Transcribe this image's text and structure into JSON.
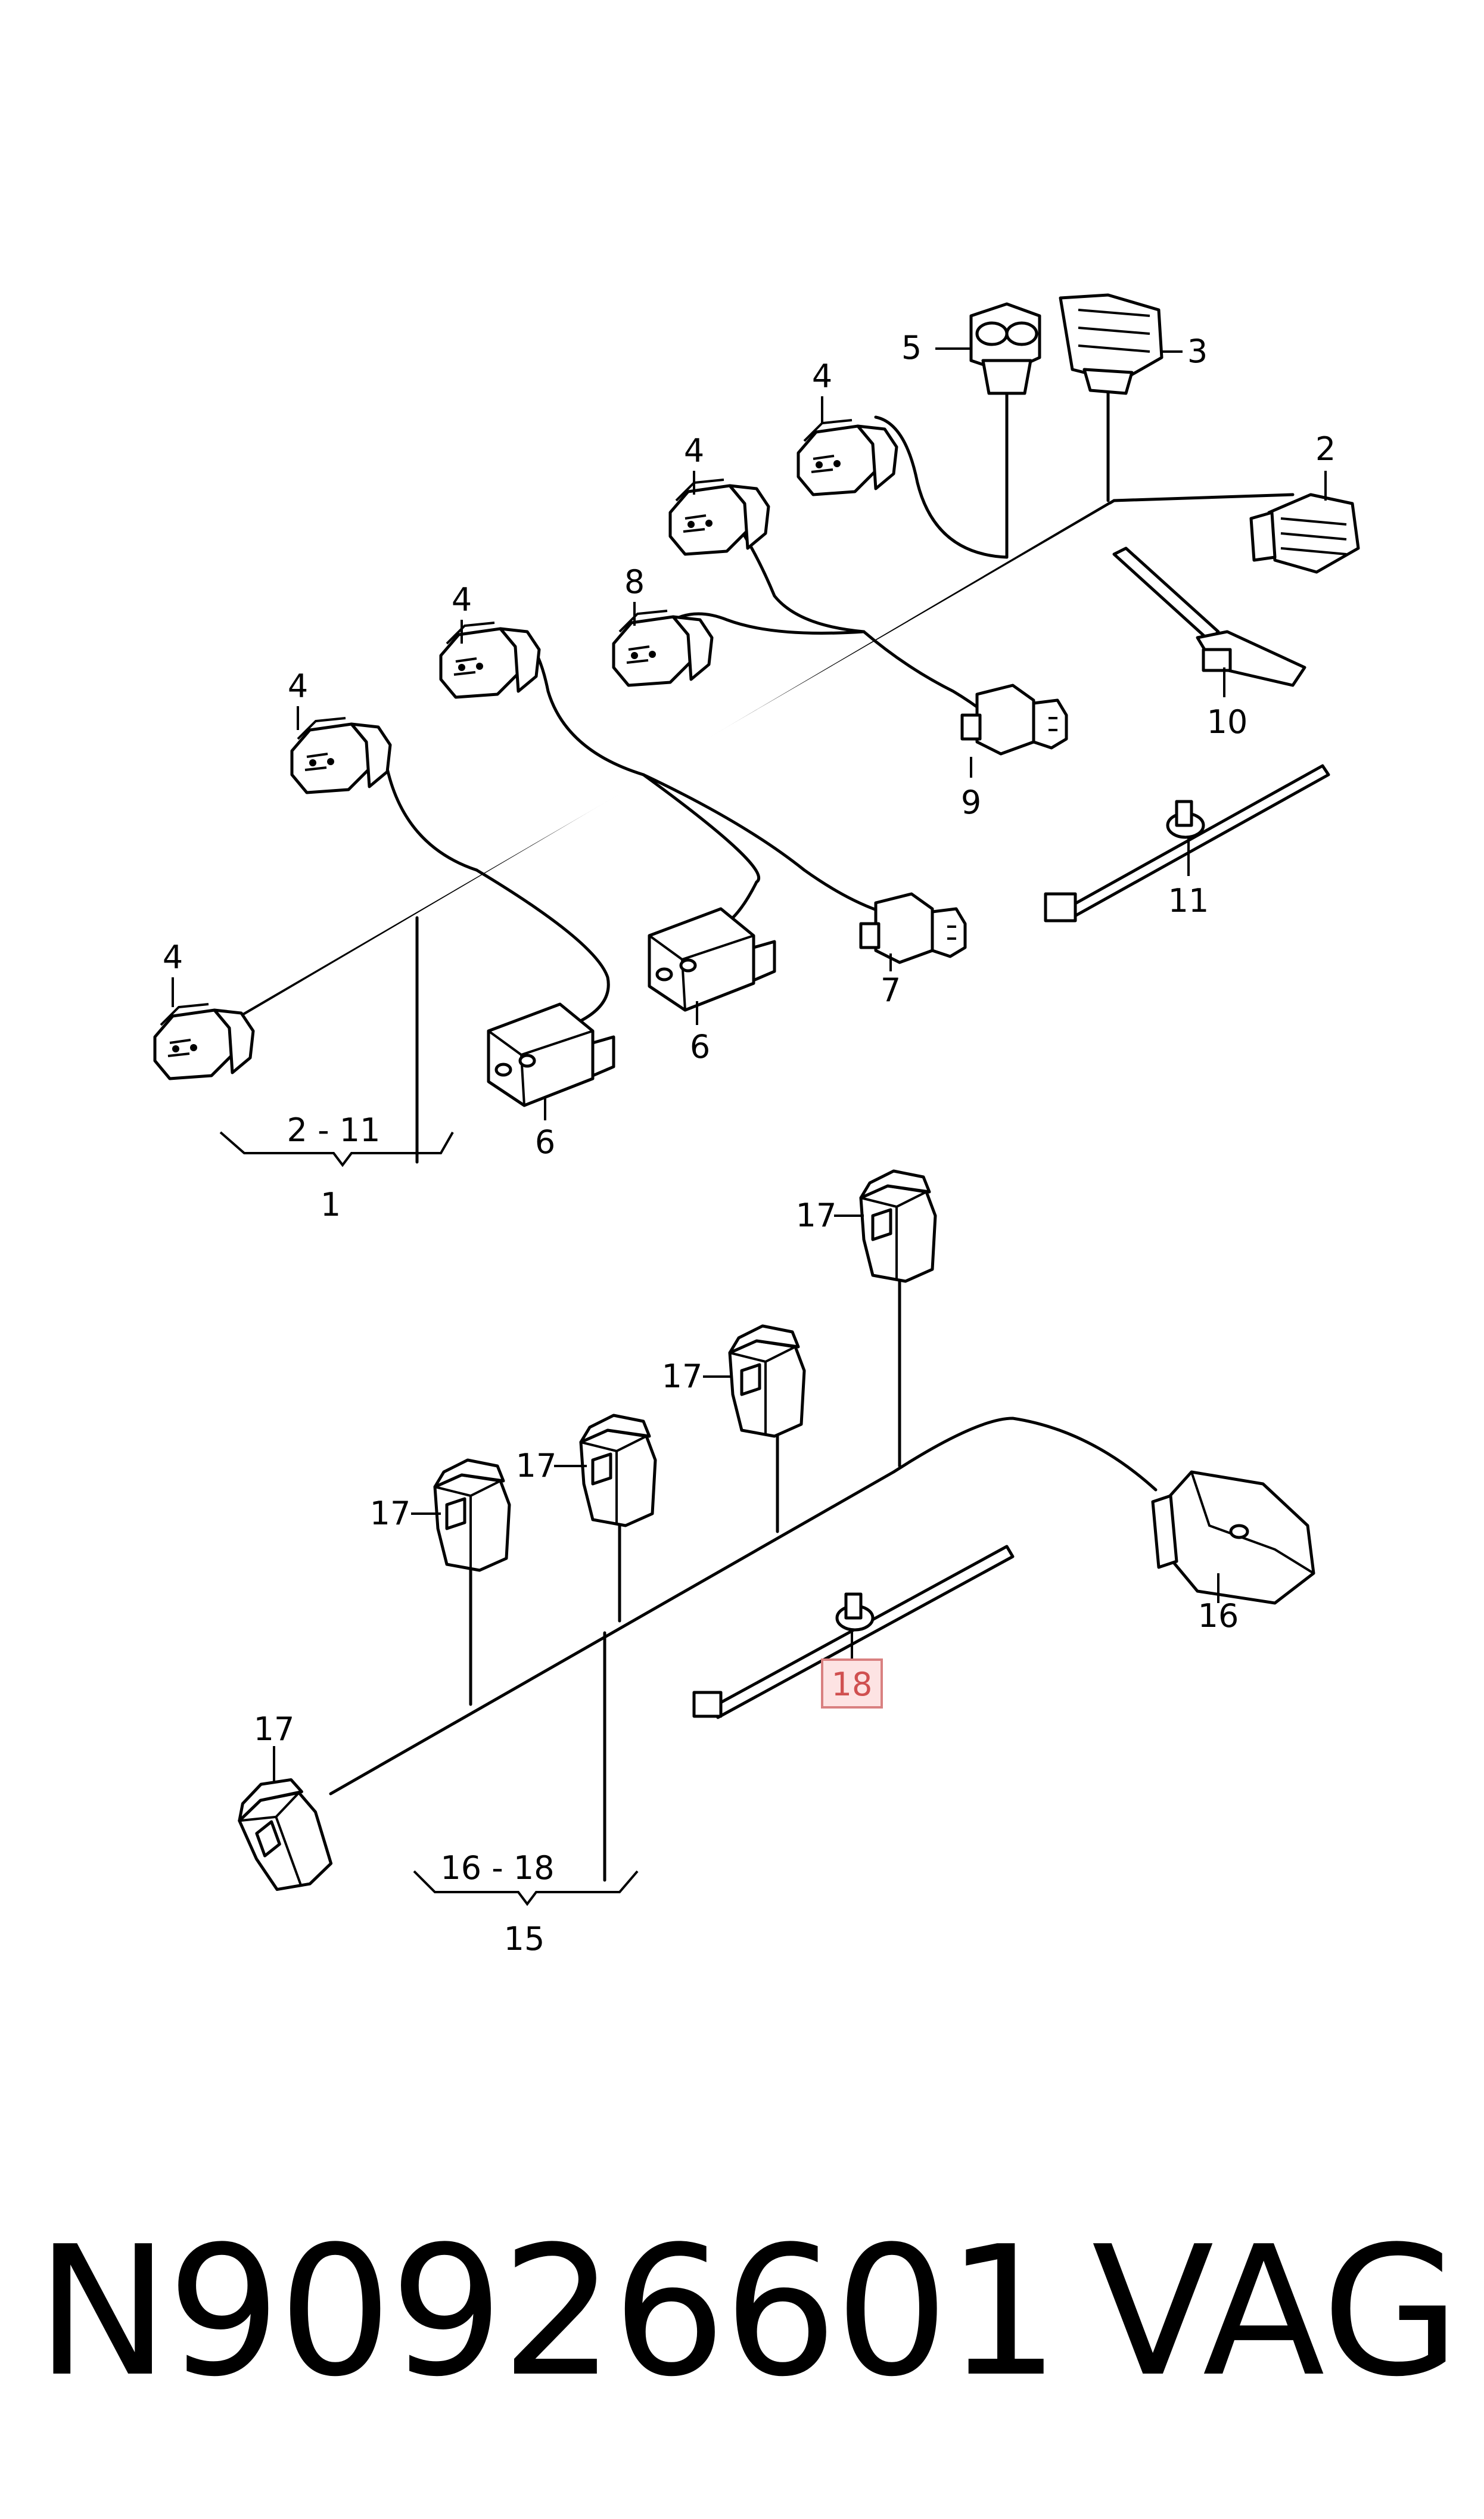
{
  "callouts": {
    "c1": "1",
    "c2": "2",
    "c3": "3",
    "c4": "4",
    "c5": "5",
    "c6": "6",
    "c7": "7",
    "c8": "8",
    "c9": "9",
    "c10": "10",
    "c11": "11",
    "c15": "15",
    "c16": "16",
    "c17": "17",
    "c18": "18",
    "range_upper": "2 - 11",
    "range_lower": "16 - 18"
  },
  "highlight": {
    "item": "18",
    "color": "#d05050",
    "fill": "#fde3e3"
  },
  "footer": {
    "part_number": "N90926601",
    "brand": "VAG"
  }
}
